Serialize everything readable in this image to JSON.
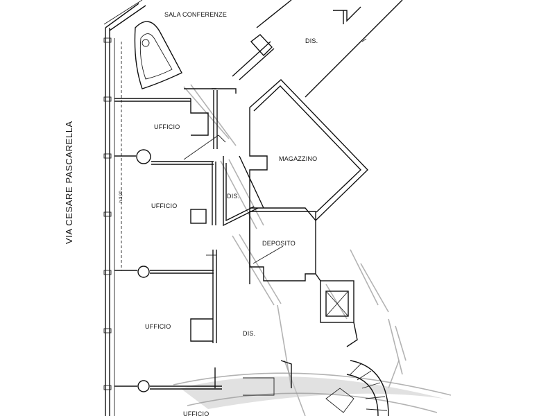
{
  "plan": {
    "street_label": "VIA CESARE PASCARELLA",
    "height_note": "h 3,00",
    "rooms": [
      {
        "id": "sala-conferenze",
        "label": "SALA CONFERENZE"
      },
      {
        "id": "dis-top",
        "label": "DIS."
      },
      {
        "id": "ufficio-1",
        "label": "UFFICIO"
      },
      {
        "id": "magazzino",
        "label": "MAGAZZINO"
      },
      {
        "id": "ufficio-2",
        "label": "UFFICIO"
      },
      {
        "id": "dis-middle",
        "label": "DIS."
      },
      {
        "id": "deposito",
        "label": "DEPOSITO"
      },
      {
        "id": "ufficio-3",
        "label": "UFFICIO"
      },
      {
        "id": "dis-bottom",
        "label": "DIS."
      },
      {
        "id": "ufficio-4",
        "label": "UFFICIO"
      }
    ]
  }
}
